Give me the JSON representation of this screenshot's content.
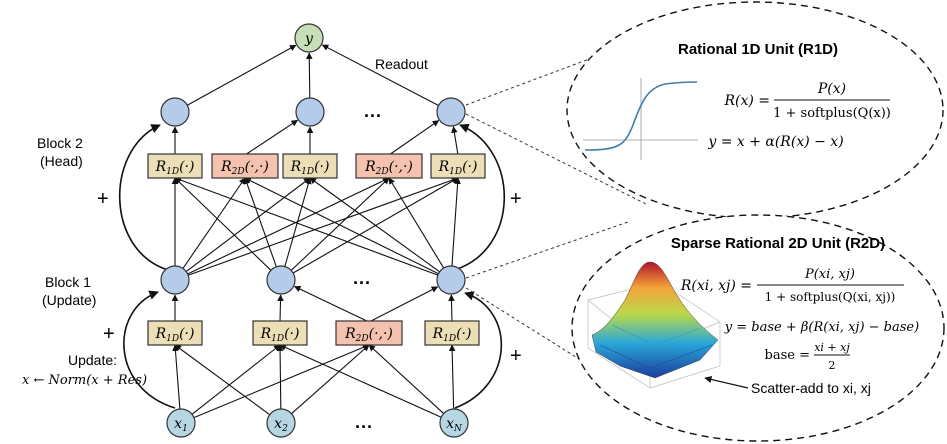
{
  "diagram": {
    "output_node": "y",
    "readout_label": "Readout",
    "block2_label_line1": "Block 2",
    "block2_label_line2": "(Head)",
    "block1_label_line1": "Block 1",
    "block1_label_line2": "(Update)",
    "plus": "+",
    "ellipsis": "···",
    "update_label_line1": "Update:",
    "update_label_line2": "x ← Norm(x + Res)",
    "head_units": [
      "R1D(·)",
      "R2D(·,·)",
      "R1D(·)",
      "R2D(·,·)",
      "R1D(·)"
    ],
    "update_units": [
      "R1D(·)",
      "R1D(·)",
      "R2D(·,·)",
      "R1D(·)"
    ],
    "inputs": [
      "x1",
      "x2",
      "xN"
    ]
  },
  "unit_1d": {
    "title": "Rational 1D Unit (R1D)",
    "formula_lhs": "R(x) =",
    "formula_num": "P(x)",
    "formula_den": "1 + softplus(Q(x))",
    "update_eq": "y = x + α(R(x) − x)"
  },
  "unit_2d": {
    "title": "Sparse Rational 2D Unit (R2D)",
    "formula_lhs": "R(xi, xj) =",
    "formula_num": "P(xi, xj)",
    "formula_den": "1 + softplus(Q(xi, xj))",
    "update_eq": "y = base + β(R(xi, xj) − base)",
    "base_lhs": "base =",
    "base_num": "xi + xj",
    "base_den": "2",
    "scatter_note": "Scatter-add to xi, xj"
  },
  "colors": {
    "node_fill": "#b4cbe9",
    "input_fill": "#b5d6e2",
    "output_fill": "#c6dfb8",
    "r1d_fill": "#ecdeb6",
    "r2d_fill": "#f4c2ae",
    "curve": "#3f7fa9"
  }
}
